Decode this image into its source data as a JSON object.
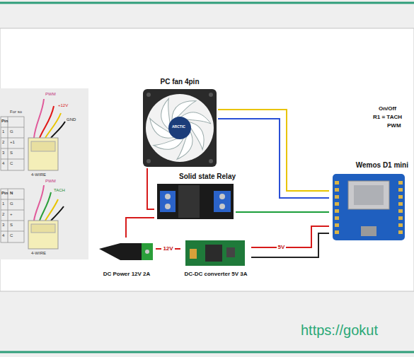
{
  "diagram": {
    "nodes": [
      {
        "text": [
          "PC fan 4pin"
        ]
      },
      {
        "text": [
          "Solid state Relay"
        ]
      },
      {
        "text": [
          "Wemos D1 mini"
        ]
      },
      {
        "text": [
          "DC Power 12V 2A"
        ]
      },
      {
        "text": [
          "DC-DC converter 5V 3A"
        ]
      }
    ],
    "edges": [
      {
        "from": 1,
        "to": 0,
        "arrow": "none"
      },
      {
        "from": 0,
        "to": 2,
        "arrow": "none"
      },
      {
        "from": 0,
        "to": 2,
        "arrow": "none"
      },
      {
        "from": 1,
        "to": 2,
        "arrow": "none"
      },
      {
        "from": 3,
        "to": 1,
        "arrow": "none"
      },
      {
        "from": 3,
        "to": 4,
        "label": "12V",
        "arrow": "none"
      },
      {
        "from": 4,
        "to": 2,
        "label": "5V",
        "arrow": "none"
      },
      {
        "from": 4,
        "to": 2,
        "arrow": "none"
      }
    ],
    "labels": [
      "For so",
      "Pin",
      "1",
      "G",
      "2",
      "+1",
      "3",
      "S",
      "4",
      "C",
      "PWM",
      "+12V",
      "GND",
      "4-WIRE",
      "Pin",
      "N",
      "1",
      "G",
      "2",
      "+",
      "3",
      "S",
      "4",
      "C",
      "PWM",
      "TACH",
      "4-WIRE",
      "On/Off",
      "R1 = TACH",
      "PWM",
      "ARCTIC",
      "https://gokut"
    ]
  }
}
